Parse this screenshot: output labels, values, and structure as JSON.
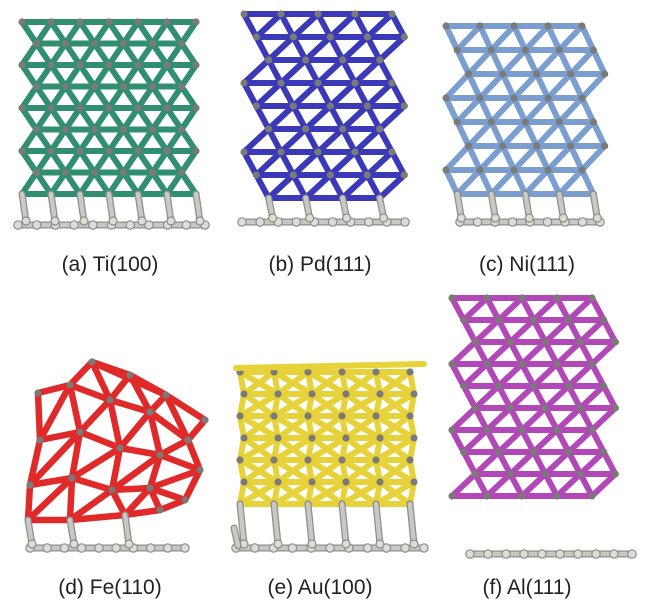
{
  "panels": [
    {
      "caption": "(a) Ti(100)",
      "color": "#2f8f70"
    },
    {
      "caption": "(b) Pd(111)",
      "color": "#3a3ab8"
    },
    {
      "caption": "(c) Ni(111)",
      "color": "#7b9ed0"
    },
    {
      "caption": "(d) Fe(110)",
      "color": "#e02a2a"
    },
    {
      "caption": "(e) Au(100)",
      "color": "#e8d23a"
    },
    {
      "caption": "(f) Al(111)",
      "color": "#b247b8"
    }
  ],
  "substrate_color": "#c8c8c4"
}
